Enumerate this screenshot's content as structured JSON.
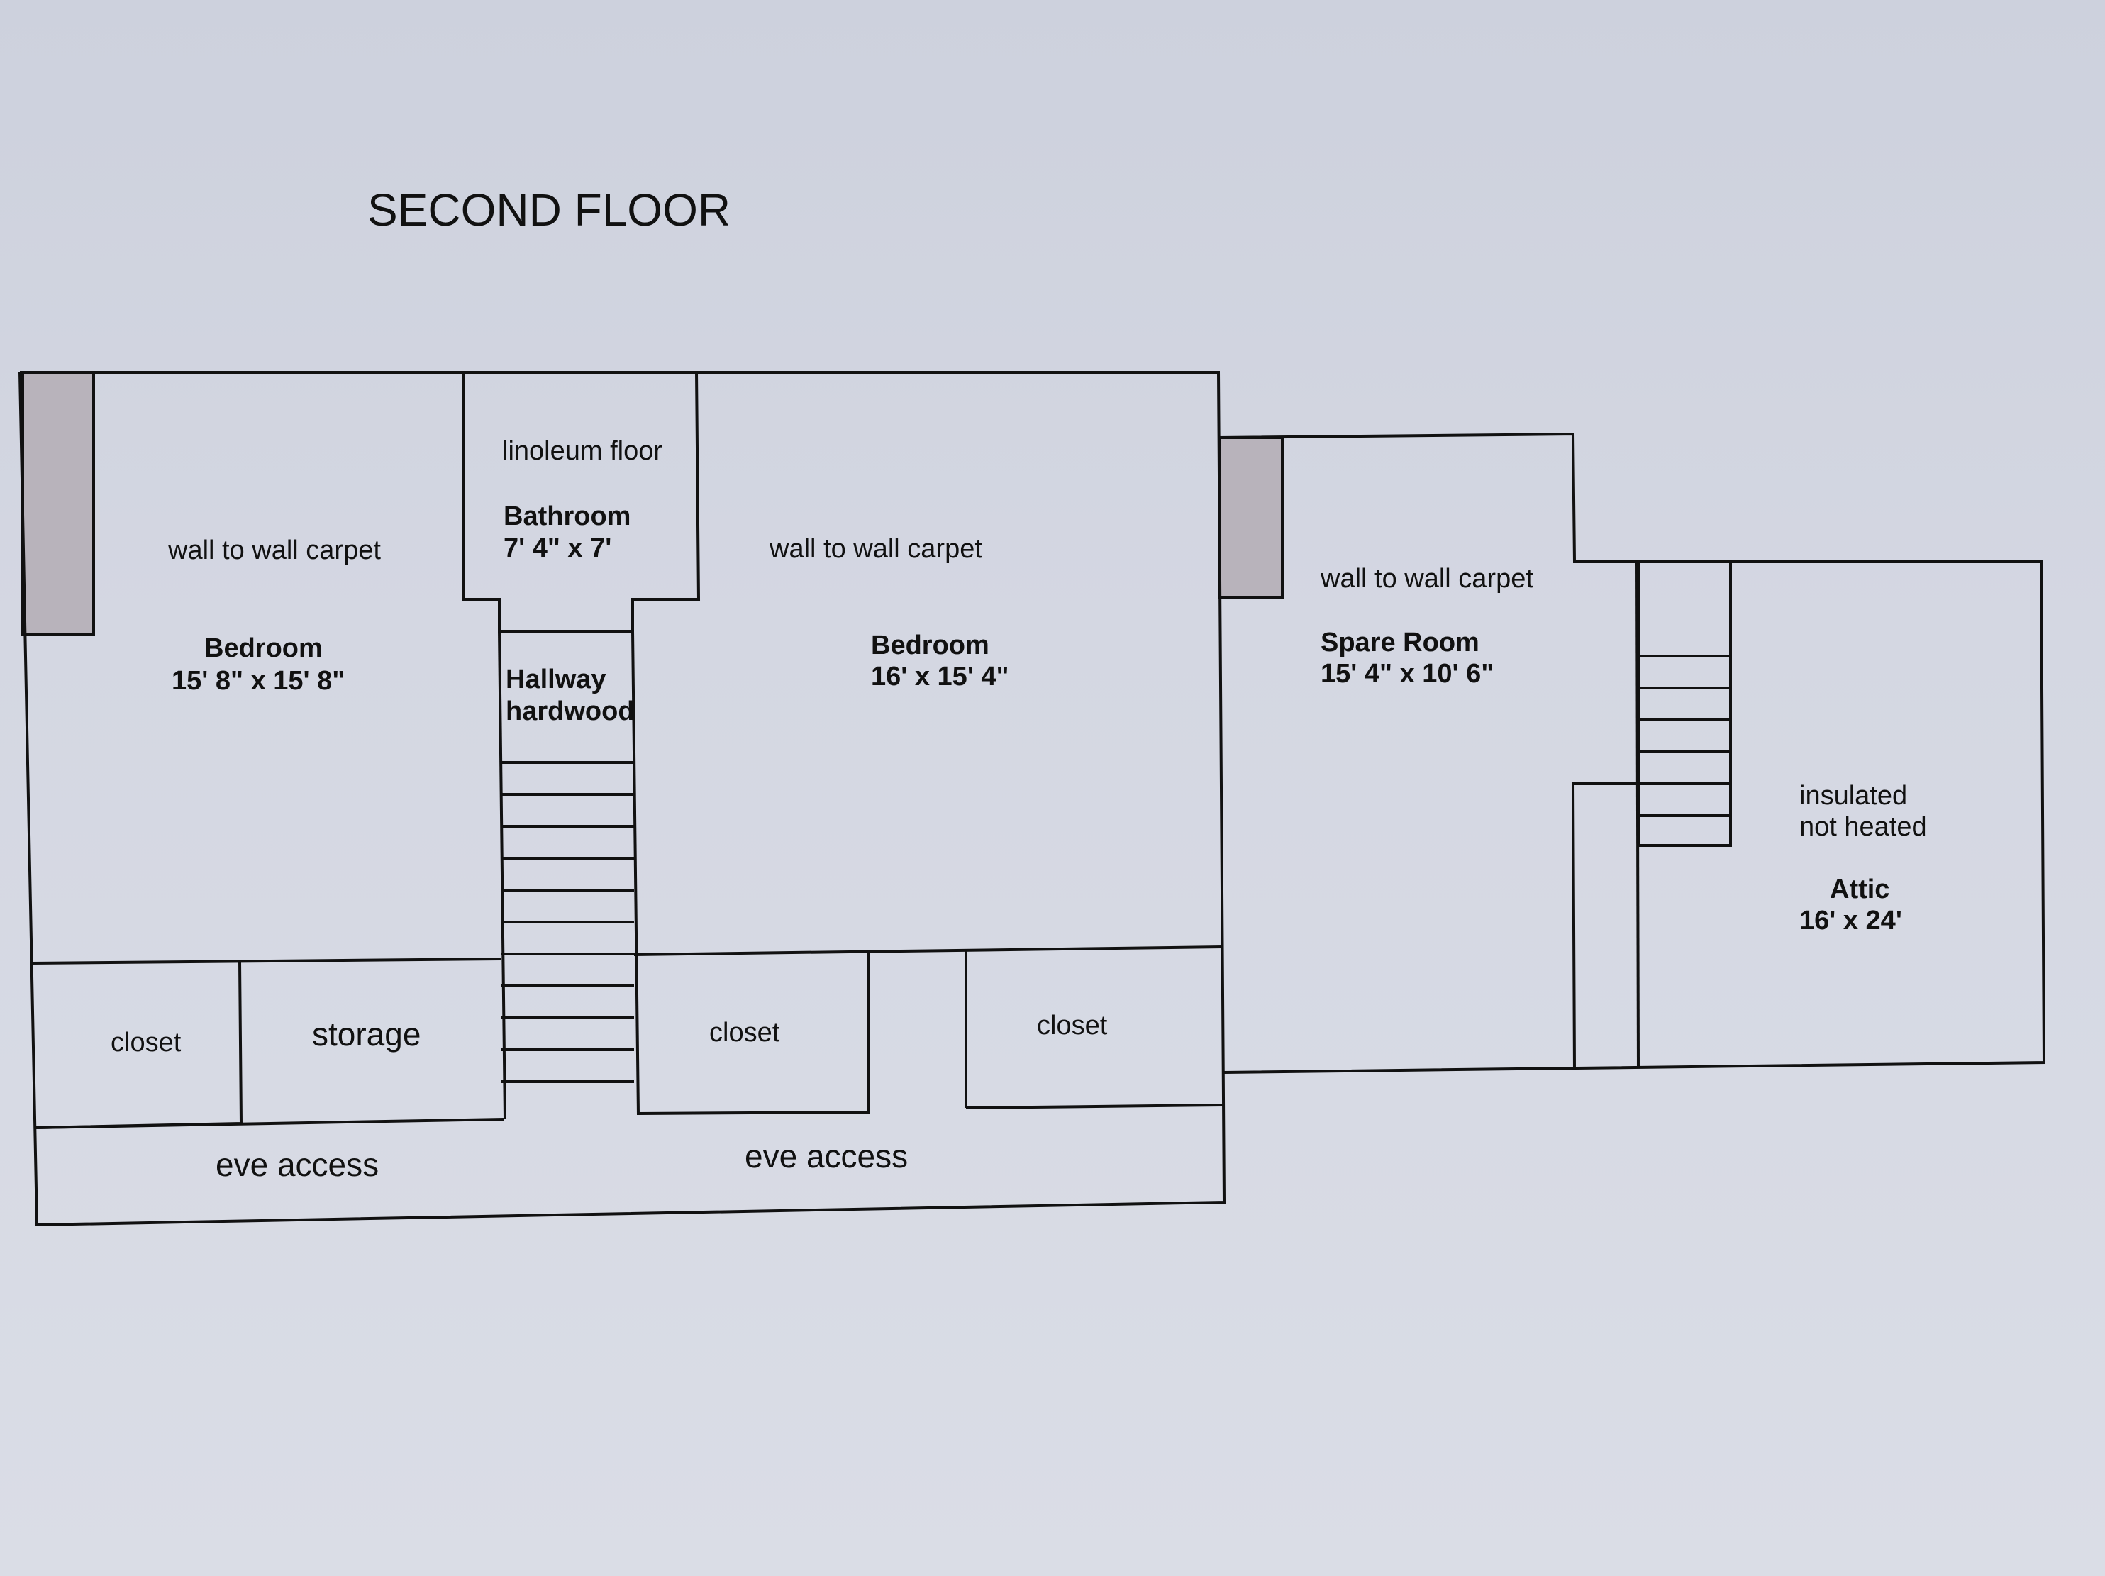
{
  "title": "SECOND FLOOR",
  "rooms": {
    "bedroom_left": {
      "floor": "wall to wall carpet",
      "name": "Bedroom",
      "size": "15' 8\" x 15' 8\""
    },
    "bathroom": {
      "floor": "linoleum floor",
      "name": "Bathroom",
      "size": "7' 4\" x 7'"
    },
    "hallway": {
      "name": "Hallway",
      "floor": "hardwood"
    },
    "bedroom_right": {
      "floor": "wall to wall carpet",
      "name": "Bedroom",
      "size": "16' x 15' 4\""
    },
    "spare_room": {
      "floor": "wall to wall carpet",
      "name": "Spare Room",
      "size": "15' 4\" x 10' 6\""
    },
    "attic": {
      "note1": "insulated",
      "note2": "not heated",
      "name": "Attic",
      "size": "16' x 24'"
    },
    "closet_1": {
      "name": "closet"
    },
    "storage": {
      "name": "storage"
    },
    "closet_2": {
      "name": "closet"
    },
    "closet_3": {
      "name": "closet"
    },
    "eve_access_left": {
      "name": "eve access"
    },
    "eve_access_right": {
      "name": "eve access"
    }
  },
  "colors": {
    "wall": "#111111",
    "chimney": "#b8b3bb",
    "paper": "#d3d6e0"
  }
}
